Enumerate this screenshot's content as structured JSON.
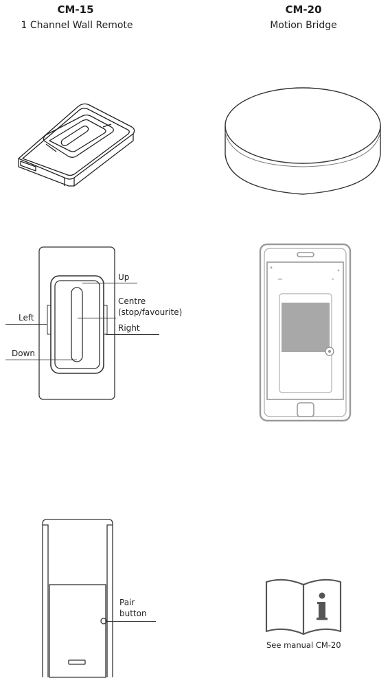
{
  "left_product": {
    "model": "CM-15",
    "name": "1 Channel Wall Remote"
  },
  "right_product": {
    "model": "CM-20",
    "name": "Motion Bridge"
  },
  "remote_diagram": {
    "labels": {
      "up": "Up",
      "centre_line1": "Centre",
      "centre_line2": "(stop/favourite)",
      "right": "Right",
      "left": "Left",
      "down": "Down"
    }
  },
  "back_diagram": {
    "pair_line1": "Pair",
    "pair_line2": "button"
  },
  "manual": {
    "caption": "See manual CM-20",
    "icon": "manual-book-info-icon"
  }
}
